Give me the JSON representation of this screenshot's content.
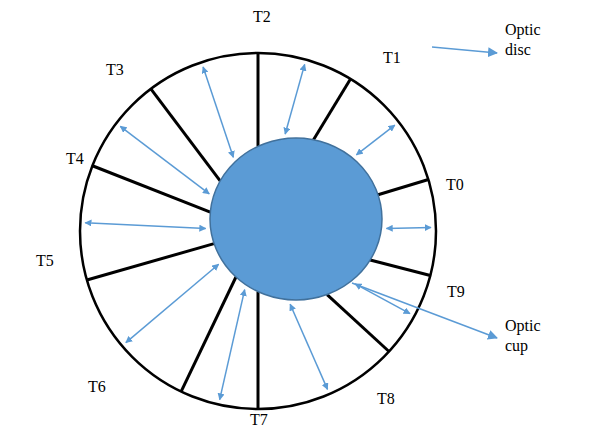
{
  "diagram": {
    "labels": [
      "T0",
      "T1",
      "T2",
      "T3",
      "T4",
      "T5",
      "T6",
      "T7",
      "T8",
      "T9",
      "Optic disc",
      "Optic cup"
    ]
  }
}
